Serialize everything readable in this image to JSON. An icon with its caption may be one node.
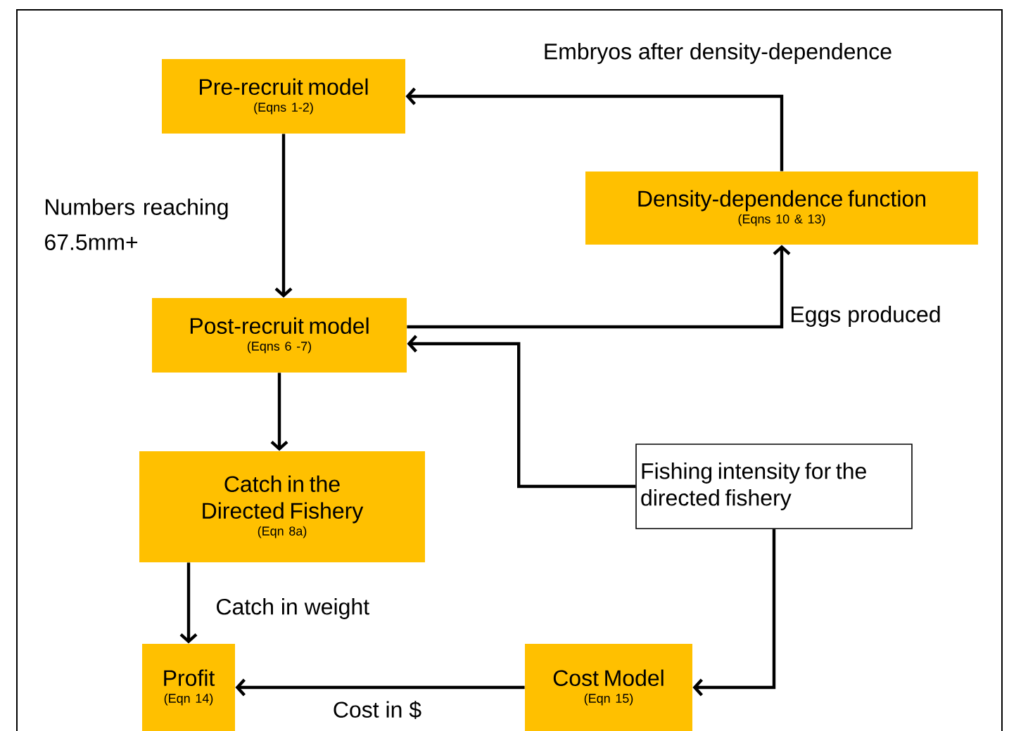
{
  "diagram": {
    "nodes": [
      {
        "text": [
          "Pre-recruit model",
          "(Eqns 1-2)"
        ]
      },
      {
        "text": [
          "Density-dependence function",
          "(Eqns 10 & 13)"
        ]
      },
      {
        "text": [
          "Post-recruit model",
          "(Eqns 6 -7)"
        ]
      },
      {
        "text": [
          "Catch in the Directed Fishery",
          "(Eqn 8a)"
        ]
      },
      {
        "text": [
          "Fishing intensity for the directed fishery"
        ]
      },
      {
        "text": [
          "Profit",
          "(Eqn 14)"
        ]
      },
      {
        "text": [
          "Cost Model",
          "(Eqn 15)"
        ]
      }
    ],
    "edges": [
      {
        "from": 0,
        "to": 2,
        "arrow": "to",
        "label": "Numbers reaching 67.5mm+"
      },
      {
        "from": 2,
        "to": 1,
        "arrow": "to",
        "label": "Eggs produced"
      },
      {
        "from": 1,
        "to": 0,
        "arrow": "to",
        "label": "Embryos after density-dependence"
      },
      {
        "from": 2,
        "to": 3,
        "arrow": "to"
      },
      {
        "from": 4,
        "to": 2,
        "arrow": "to"
      },
      {
        "from": 3,
        "to": 5,
        "arrow": "to",
        "label": "Catch in weight"
      },
      {
        "from": 4,
        "to": 6,
        "arrow": "to"
      },
      {
        "from": 6,
        "to": 5,
        "arrow": "to",
        "label": "Cost in $"
      }
    ]
  }
}
